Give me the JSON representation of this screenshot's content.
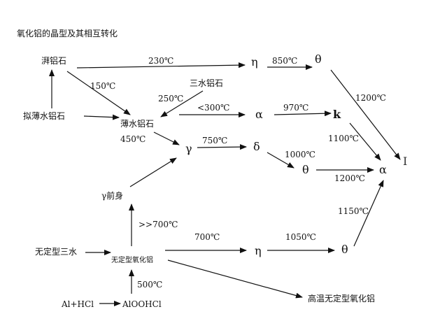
{
  "title": "氧化铝的晶型及其相互转化",
  "nodes": {
    "bayerite": "湃铝石",
    "nordstrandite": "拟薄水铝石",
    "boehmite": "薄水铝石",
    "gibbsite": "三水铝石",
    "eta_top": "η",
    "theta_top": "θ",
    "alpha_mid": "α",
    "kappa": "k",
    "gamma": "γ",
    "delta": "δ",
    "theta_mid": "θ",
    "alpha_final": "α",
    "gamma_precursor": "γ前身",
    "amorphous_trihydrate": "无定型三水",
    "amorphous_alumina": "无定型氧化铝",
    "eta_bottom": "η",
    "theta_bottom": "θ",
    "high_temp_amorphous": "高温无定型氧化铝",
    "al_hcl": "Al+HCl",
    "alooh_cl": "AlOOHCl"
  },
  "edges": {
    "bayerite_eta": "230℃",
    "eta_theta": "850℃",
    "theta_alpha": "1200℃",
    "bayerite_boehmite": "150℃",
    "gibbsite_boehmite": "250℃",
    "boehmite_alpha": "<300℃",
    "alpha_kappa": "970℃",
    "kappa_alpha": "1100℃",
    "boehmite_gamma": "450℃",
    "gamma_delta": "750℃",
    "delta_theta": "1000℃",
    "theta_alpha_mid": "1200℃",
    "precursor_gamma": "",
    "amorphous_precursor": ">>700℃",
    "amorphous_eta": "700℃",
    "eta_theta_bottom": "1050℃",
    "theta_bottom_alpha": "1150℃",
    "alooh_amorphous": "500℃"
  },
  "cursor_glyph": "I"
}
